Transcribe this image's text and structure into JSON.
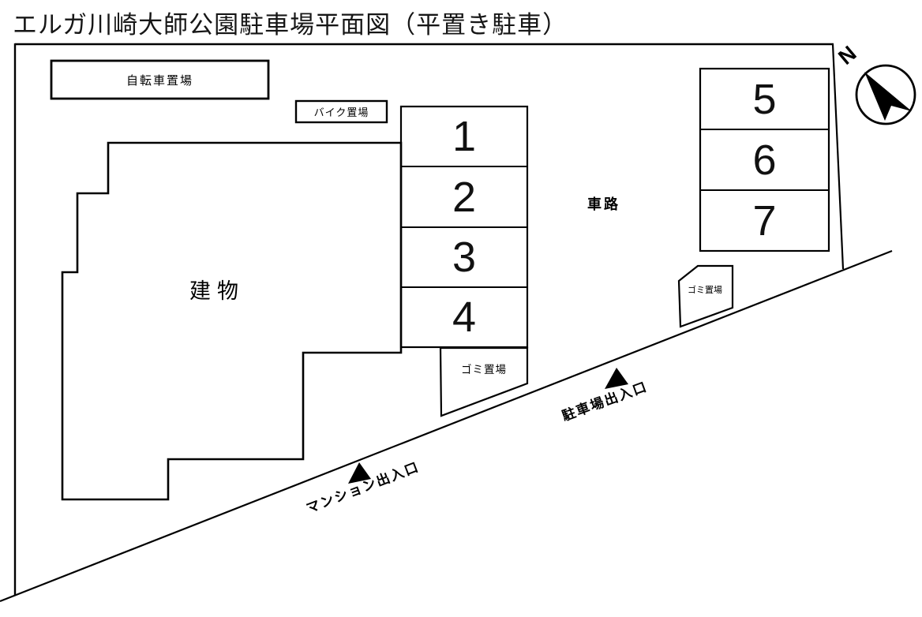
{
  "title": "エルガ川崎大師公園駐車場平面図（平置き駐車）",
  "colors": {
    "line": "#000000",
    "background": "#ffffff",
    "text": "#000000"
  },
  "areas": {
    "bicycle": {
      "label": "自転車置場"
    },
    "motorcycle": {
      "label": "バイク置場"
    },
    "building": {
      "label": "建物"
    },
    "driveway": {
      "label": "車路"
    },
    "garbage_center": {
      "label": "ゴミ置場"
    },
    "garbage_east": {
      "label": "ゴミ置場"
    }
  },
  "entrances": {
    "parking": {
      "label": "駐車場出入口"
    },
    "mansion": {
      "label": "マンション出入口"
    }
  },
  "compass": {
    "label": "N"
  },
  "parking": {
    "stalls": [
      {
        "label": "1"
      },
      {
        "label": "2"
      },
      {
        "label": "3"
      },
      {
        "label": "4"
      },
      {
        "label": "5"
      },
      {
        "label": "6"
      },
      {
        "label": "7"
      }
    ]
  }
}
